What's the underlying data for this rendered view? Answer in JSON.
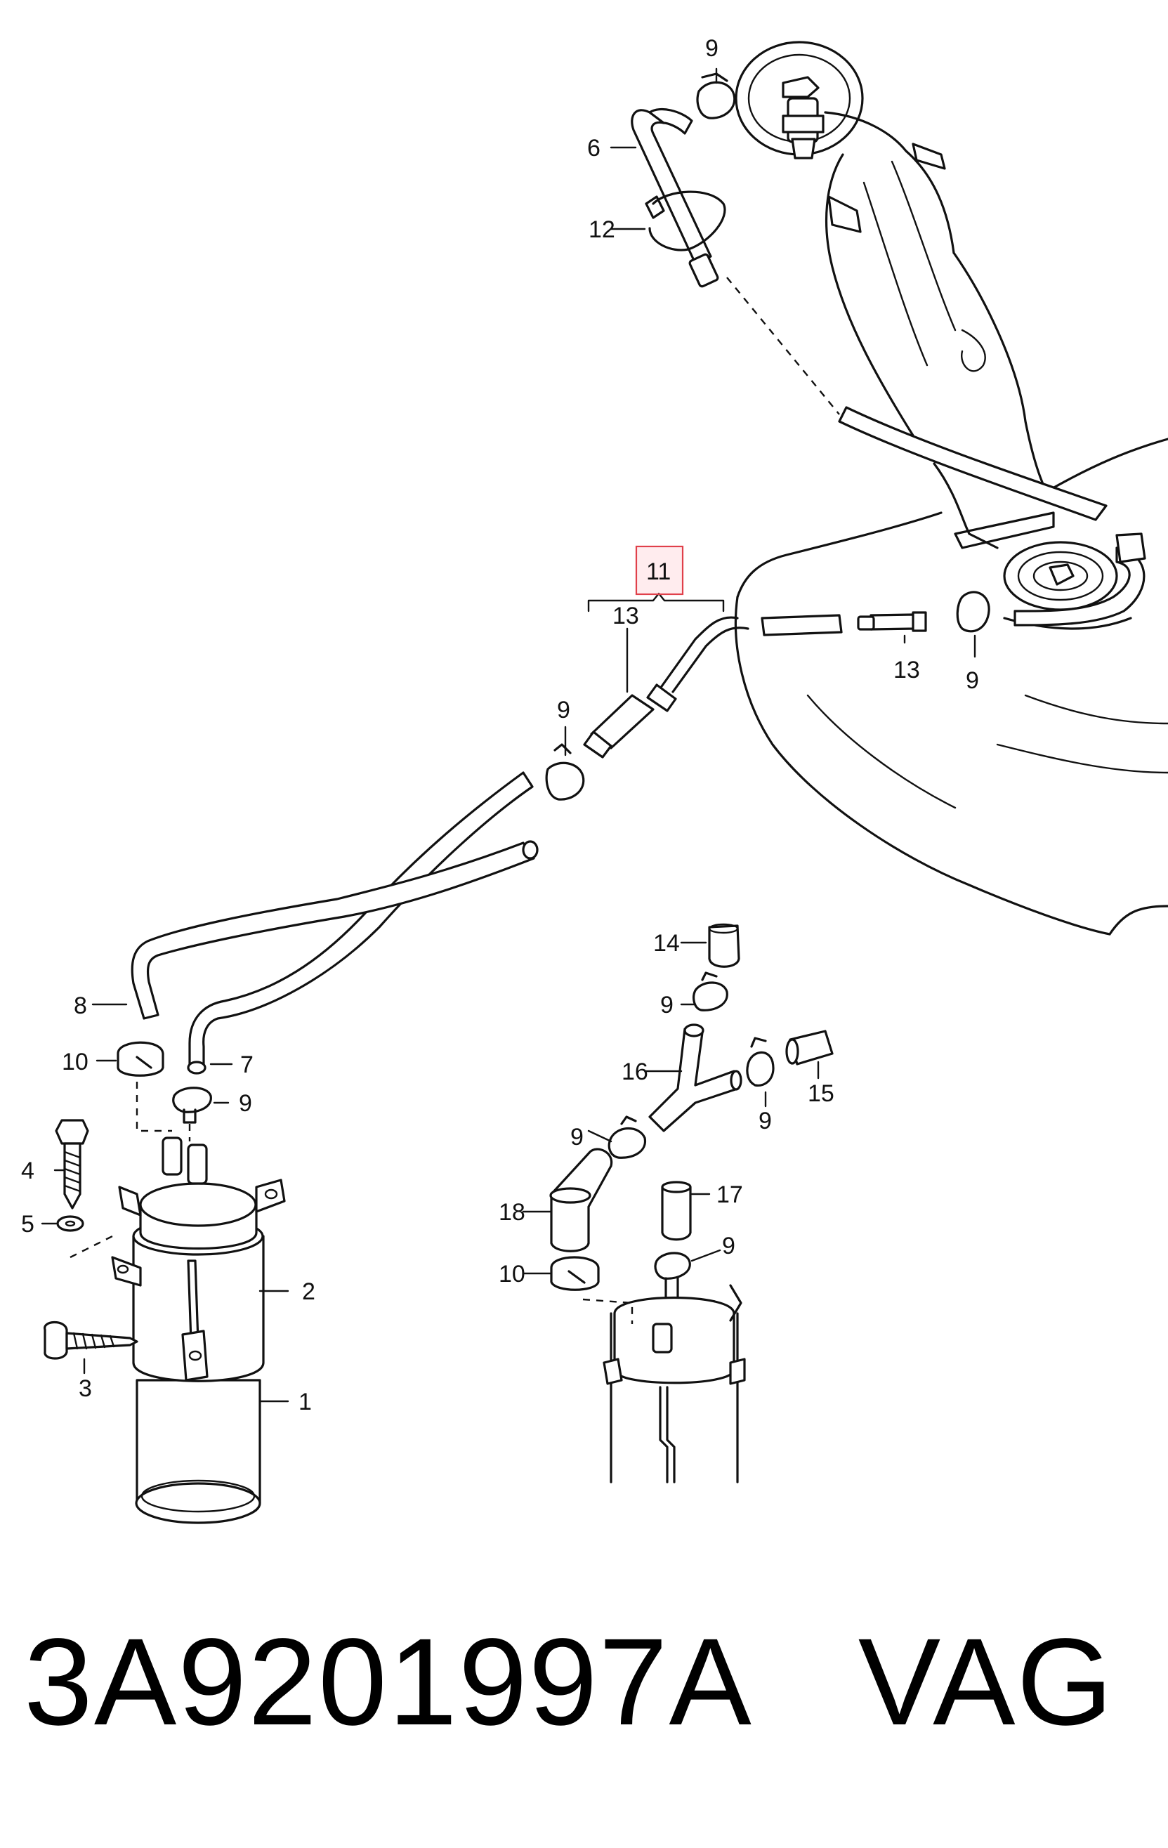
{
  "callouts": {
    "c1": "1",
    "c2": "2",
    "c3": "3",
    "c4": "4",
    "c5": "5",
    "c6": "6",
    "c7": "7",
    "c8": "8",
    "c9a": "9",
    "c9b": "9",
    "c9c": "9",
    "c9d": "9",
    "c9e": "9",
    "c9f": "9",
    "c9g": "9",
    "c9h": "9",
    "c10a": "10",
    "c10b": "10",
    "c11": "11",
    "c12": "12",
    "c13a": "13",
    "c13b": "13",
    "c14": "14",
    "c15": "15",
    "c16": "16",
    "c17": "17",
    "c18": "18"
  },
  "highlight": {
    "callout": "11",
    "color": "#e0404a"
  },
  "caption": {
    "part_number": "3A9201997A",
    "brand": "VAG"
  }
}
